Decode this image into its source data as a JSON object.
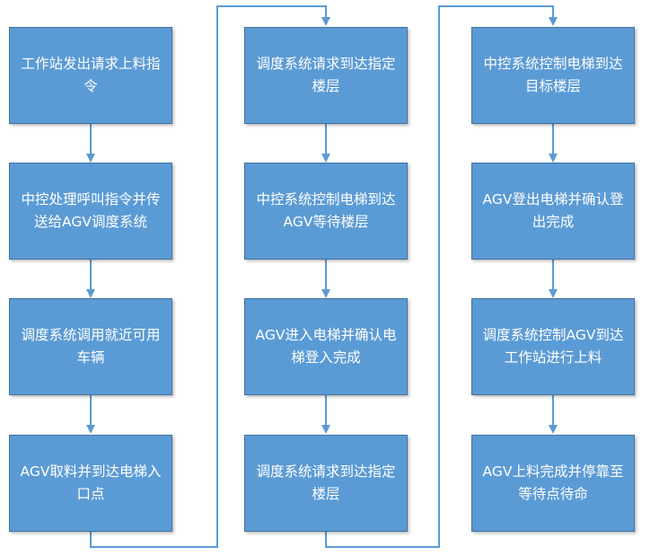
{
  "diagram": {
    "columns": [
      {
        "steps": [
          {
            "text": "工作站发出请求上料指令"
          },
          {
            "text": "中控处理呼叫指令并传送给AGV调度系统"
          },
          {
            "text": "调度系统调用就近可用车辆"
          },
          {
            "text": "AGV取料并到达电梯入口点"
          }
        ]
      },
      {
        "steps": [
          {
            "text": "调度系统请求到达指定楼层"
          },
          {
            "text": "中控系统控制电梯到达AGV等待楼层"
          },
          {
            "text": "AGV进入电梯并确认电梯登入完成"
          },
          {
            "text": "调度系统请求到达指定楼层"
          }
        ]
      },
      {
        "steps": [
          {
            "text": "中控系统控制电梯到达目标楼层"
          },
          {
            "text": "AGV登出电梯并确认登出完成"
          },
          {
            "text": "调度系统控制AGV到达工作站进行上料"
          },
          {
            "text": "AGV上料完成并停靠至等待点待命"
          }
        ]
      }
    ],
    "colors": {
      "box_fill": "#5b9bd5",
      "box_border": "#41719c",
      "connector": "#5b9bd5",
      "text": "#ffffff"
    }
  }
}
